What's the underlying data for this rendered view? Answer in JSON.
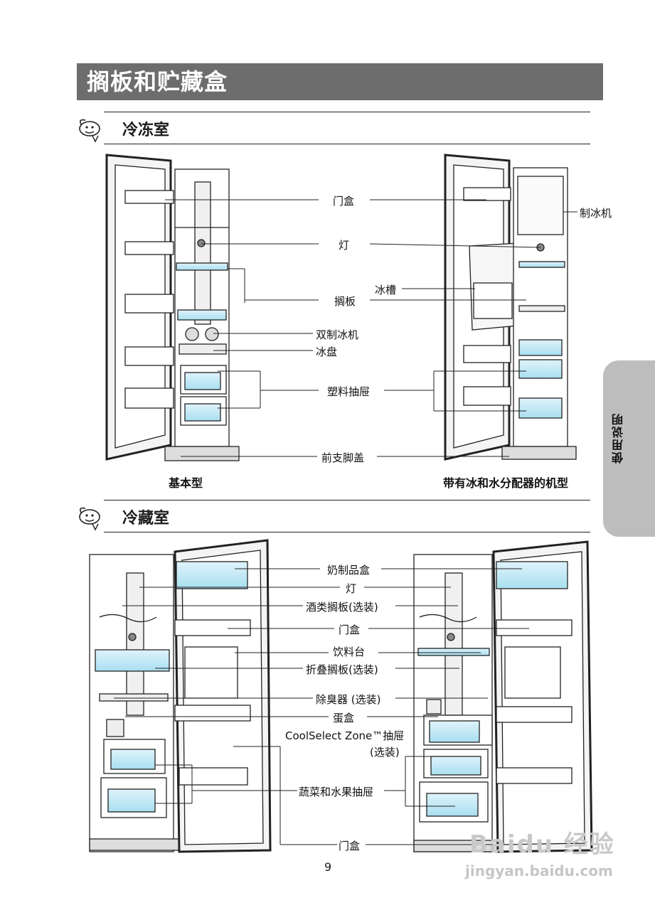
{
  "page": {
    "title": "搁板和贮藏盒",
    "page_number": "9",
    "side_tab": "使用说明",
    "watermark_brand": "Baidu 经验",
    "watermark_url": "jingyan.baidu.com"
  },
  "freezer": {
    "heading": "冷冻室",
    "callouts": {
      "door_bin": "门盒",
      "light": "灯",
      "shelf": "搁板",
      "ice_trough": "冰槽",
      "ice_maker": "制冰机",
      "twin_ice_maker": "双制冰机",
      "ice_tray": "冰盘",
      "plastic_drawer": "塑料抽屉",
      "front_cover": "前支脚盖"
    },
    "captions": {
      "basic": "基本型",
      "dispenser": "带有冰和水分配器的机型"
    }
  },
  "fridge": {
    "heading": "冷藏室",
    "callouts": {
      "dairy": "奶制品盒",
      "light": "灯",
      "wine": "酒类搁板(选装)",
      "door_bin": "门盒",
      "beverage": "饮料台",
      "folding": "折叠搁板(选装)",
      "deodorizer": "除臭器  (选装)",
      "egg": "蛋盒",
      "coolselect": "CoolSelect Zone™抽屉",
      "optional": "(选装)",
      "veg": "蔬菜和水果抽屉",
      "door_bin_bottom": "门盒"
    }
  }
}
